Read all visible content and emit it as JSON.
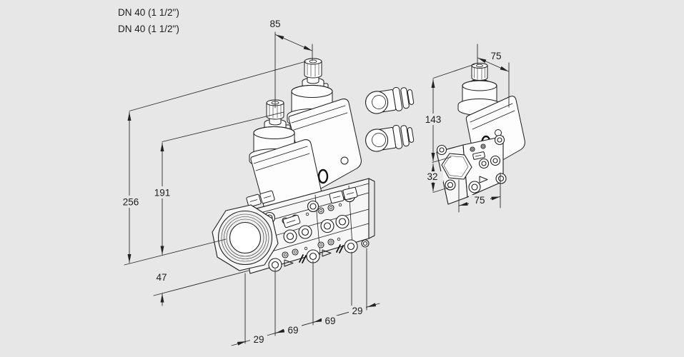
{
  "colors": {
    "background": "#e7e7e7",
    "line": "#1c1c1c",
    "dimension": "#2a2a2a",
    "text": "#1d1d1d"
  },
  "labels": {
    "dn_top": "DN 40 (1 1/2\")",
    "dn_bottom": "DN 40 (1 1/2\")"
  },
  "dimensions": {
    "solenoid_spacing": "85",
    "total_height": "256",
    "upper_height": "191",
    "lower_height": "47",
    "bottom_offsets": [
      "29",
      "69",
      "69",
      "29"
    ],
    "right_valve": {
      "top_width": "75",
      "height": "143",
      "lower_height": "32",
      "bottom_width": "75"
    }
  }
}
